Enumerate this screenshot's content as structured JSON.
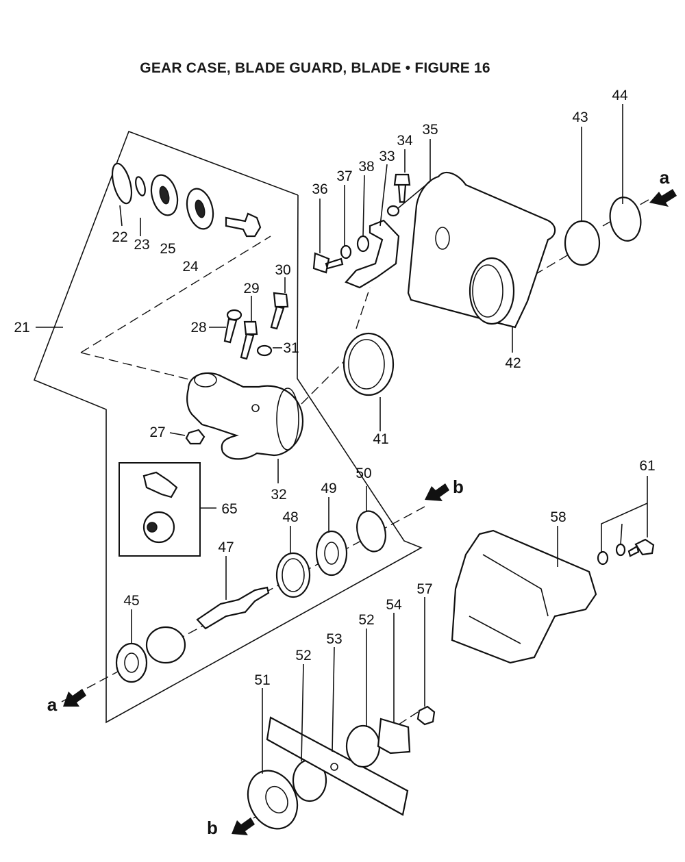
{
  "title": "GEAR CASE, BLADE GUARD, BLADE   •  FIGURE 16",
  "part_labels": {
    "p21": "21",
    "p22": "22",
    "p23": "23",
    "p24": "24",
    "p25": "25",
    "p27": "27",
    "p28": "28",
    "p29": "29",
    "p30": "30",
    "p31": "31",
    "p32": "32",
    "p33": "33",
    "p34": "34",
    "p35": "35",
    "p36": "36",
    "p37": "37",
    "p38": "38",
    "p41": "41",
    "p42": "42",
    "p43": "43",
    "p44": "44",
    "p45": "45",
    "p47": "47",
    "p48": "48",
    "p49": "49",
    "p50": "50",
    "p51": "51",
    "p52a": "52",
    "p52b": "52",
    "p53": "53",
    "p54": "54",
    "p57": "57",
    "p58": "58",
    "p61": "61",
    "p65": "65"
  },
  "reference_arrows": {
    "a_top": "a",
    "a_bottom": "a",
    "b_mid": "b",
    "b_bottom": "b"
  }
}
